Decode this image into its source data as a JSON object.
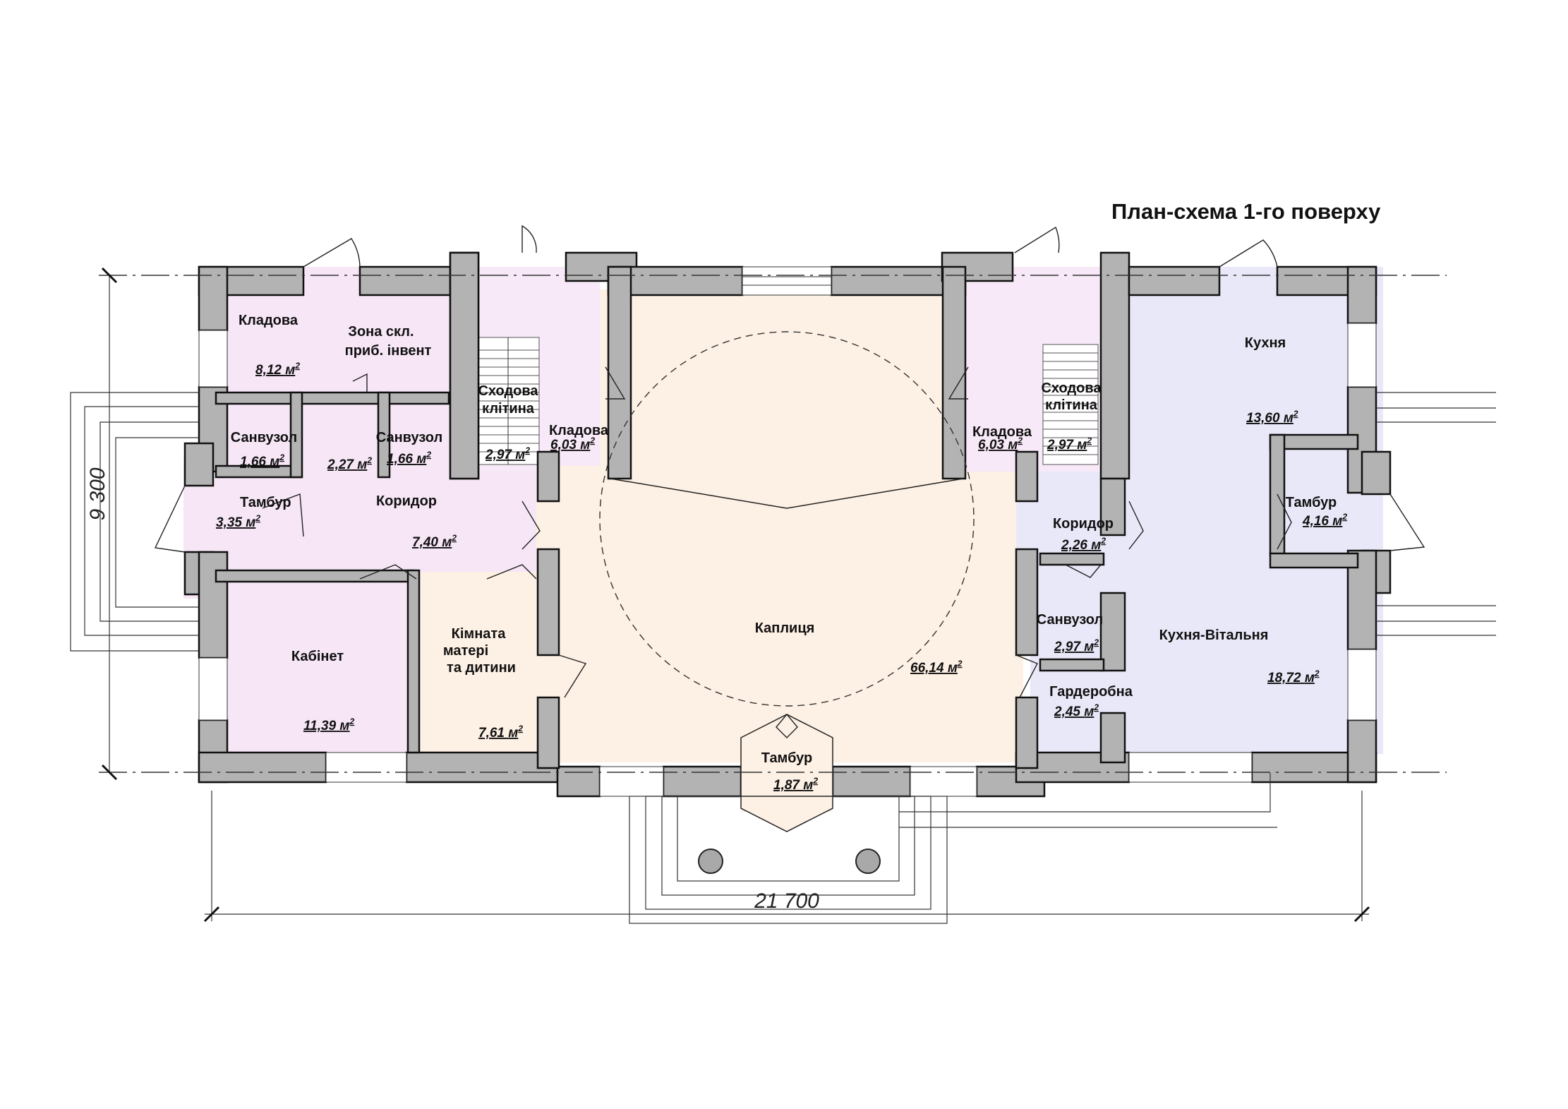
{
  "title": "План-схема 1-го поверху",
  "dimensions": {
    "width": "21 700",
    "height": "9 300"
  },
  "area_unit": "м",
  "area_exponent": "2",
  "colors": {
    "left_wing": "#f6e6f6",
    "chapel": "#fdf0e4",
    "right_wing": "#e9e8f8",
    "stair_wing": "#f7e9f7",
    "wall": "#b3b3b3"
  },
  "rooms": {
    "kladova_left": {
      "name": "Кладова",
      "area": "8,12"
    },
    "zona": {
      "name_line1": "Зона скл.",
      "name_line2": "приб. інвент"
    },
    "sanvuzol_1": {
      "name": "Санвузол",
      "area": "1,66"
    },
    "hall_small": {
      "area": "2,27"
    },
    "sanvuzol_2": {
      "name": "Санвузол",
      "area": "1,66"
    },
    "stair_left": {
      "name_line1": "Сходова",
      "name_line2": "клітина",
      "area": "2,97"
    },
    "kladova_mid_left": {
      "name": "Кладова",
      "area": "6,03"
    },
    "tambur_left": {
      "name": "Тамбур",
      "area": "3,35"
    },
    "koridor_left": {
      "name": "Коридор",
      "area": "7,40"
    },
    "kabinet": {
      "name": "Кабінет",
      "area": "11,39"
    },
    "kimnata": {
      "name_line1": "Кімната",
      "name_line2": "матері",
      "name_line3": "та дитини",
      "area": "7,61"
    },
    "kaplytsia": {
      "name": "Каплиця",
      "area": "66,14"
    },
    "tambur_bottom": {
      "name": "Тамбур",
      "area": "1,87"
    },
    "kladova_mid_right": {
      "name": "Кладова",
      "area": "6,03"
    },
    "stair_right": {
      "name_line1": "Сходова",
      "name_line2": "клітина",
      "area": "2,97"
    },
    "koridor_right": {
      "name": "Коридор",
      "area": "2,26"
    },
    "sanvuzol_right": {
      "name": "Санвузол",
      "area": "2,97"
    },
    "garderobna": {
      "name": "Гардеробна",
      "area": "2,45"
    },
    "kukhnia": {
      "name": "Кухня",
      "area": "13,60"
    },
    "tambur_right": {
      "name": "Тамбур",
      "area": "4,16"
    },
    "kukhnia_vitalnia": {
      "name": "Кухня-Вітальня",
      "area": "18,72"
    }
  }
}
